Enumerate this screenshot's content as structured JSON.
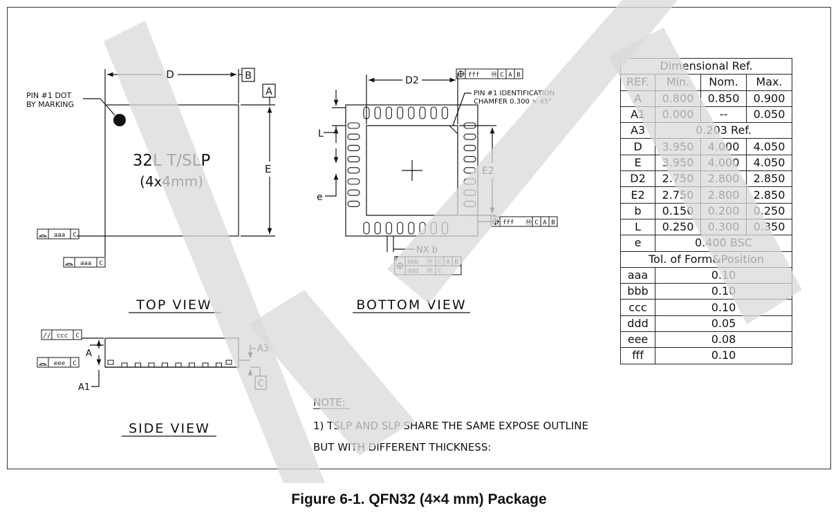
{
  "top_view": {
    "pin1_note_line1": "PIN #1 DOT",
    "pin1_note_line2": "BY MARKING",
    "dim_d": "D",
    "datum_b": "B",
    "datum_a": "A",
    "dim_e": "E",
    "package_name": "32L T/SLP",
    "package_size": "(4x4mm)",
    "tol_flat_1": "aaa",
    "tol_flat_1_datum": "C",
    "tol_flat_2": "aaa",
    "tol_flat_2_datum": "C",
    "view_title": "TOP VIEW"
  },
  "bottom_view": {
    "dim_d2": "D2",
    "fcf_top": "fff",
    "fcf_top_datums": [
      "C",
      "A",
      "B"
    ],
    "pin1_id_line1": "PIN #1 IDENTIFICATION",
    "pin1_id_line2": "CHAMFER 0.300 × 45°",
    "dim_l": "L",
    "dim_e2": "E2",
    "dim_e_pitch": "e",
    "fcf_right": "fff",
    "fcf_right_datums": [
      "C",
      "A",
      "B"
    ],
    "dim_nx_b": "NX b",
    "fcf_b_row1": "bbb",
    "fcf_b_row1_datums": [
      "C",
      "A",
      "B"
    ],
    "fcf_b_row2": "ddd",
    "fcf_b_row2_datum": "C",
    "view_title": "BOTTOM VIEW"
  },
  "side_view": {
    "tol_parallel": "ccc",
    "tol_parallel_datum": "C",
    "tol_flat": "eee",
    "tol_flat_datum": "C",
    "dim_a": "A",
    "dim_a1": "A1",
    "dim_a3": "A3",
    "datum_c": "C",
    "view_title": "SIDE VIEW"
  },
  "dimension_table": {
    "title": "Dimensional Ref.",
    "headers": [
      "REF.",
      "Min.",
      "Nom.",
      "Max."
    ],
    "rows": [
      [
        "A",
        "0.800",
        "0.850",
        "0.900"
      ],
      [
        "A1",
        "0.000",
        "--",
        "0.050"
      ],
      [
        "D",
        "3.950",
        "4.000",
        "4.050"
      ],
      [
        "E",
        "3.950",
        "4.000",
        "4.050"
      ],
      [
        "D2",
        "2.750",
        "2.800",
        "2.850"
      ],
      [
        "E2",
        "2.750",
        "2.800",
        "2.850"
      ],
      [
        "b",
        "0.150",
        "0.200",
        "0.250"
      ],
      [
        "L",
        "0.250",
        "0.300",
        "0.350"
      ]
    ],
    "a3_label": "A3",
    "a3_value": "0.203 Ref.",
    "e_label": "e",
    "e_value": "0.400 BSC",
    "tol_title": "Tol. of Form&Position",
    "tol_rows": [
      [
        "aaa",
        "0.10"
      ],
      [
        "bbb",
        "0.10"
      ],
      [
        "ccc",
        "0.10"
      ],
      [
        "ddd",
        "0.05"
      ],
      [
        "eee",
        "0.08"
      ],
      [
        "fff",
        "0.10"
      ]
    ]
  },
  "note": {
    "title": "NOTE:",
    "line1": "1) TSLP AND SLP SHARE THE SAME EXPOSE OUTLINE",
    "line2": "BUT WITH DIFFERENT THICKNESS:"
  },
  "caption": "Figure 6-1. QFN32 (4×4 mm) Package",
  "colors": {
    "line": "#111111",
    "watermark": "#d9d9d9",
    "background": "#ffffff"
  }
}
